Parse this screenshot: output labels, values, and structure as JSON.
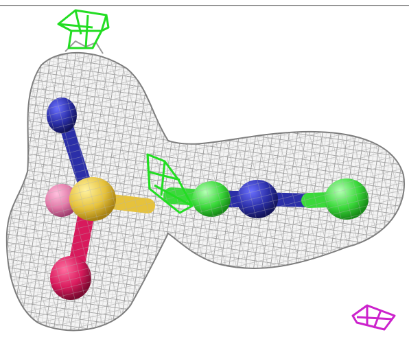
{
  "scene": {
    "background": "#ffffff",
    "mesh_color": "#a9a9a9",
    "mesh_highlight": "#e6e6e6",
    "atoms": [
      {
        "name": "blue-atom-upper",
        "color": "#2b2fa8"
      },
      {
        "name": "yellow-central-atom",
        "color": "#e6c23c"
      },
      {
        "name": "pink-atom",
        "color": "#e27aa8"
      },
      {
        "name": "crimson-atom-lower",
        "color": "#d81a5c"
      },
      {
        "name": "blue-atom-center",
        "color": "#2b2fa8"
      },
      {
        "name": "green-atom-left",
        "color": "#3bd93b"
      },
      {
        "name": "green-atom-right",
        "color": "#3bd93b"
      }
    ],
    "markers": [
      {
        "name": "green-marker-top",
        "color": "#22dd22"
      },
      {
        "name": "green-marker-middle",
        "color": "#22dd22"
      },
      {
        "name": "magenta-marker",
        "color": "#cc22cc"
      }
    ]
  }
}
